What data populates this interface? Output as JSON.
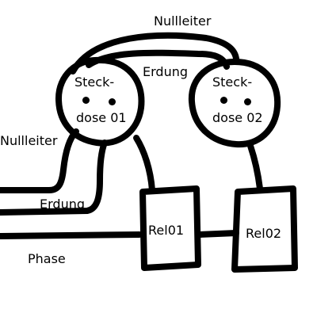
{
  "labels": {
    "neutral_top": "Nullleiter",
    "ground_top": "Erdung",
    "socket1_line1": "Steck-",
    "socket1_line2": "dose 01",
    "socket2_line1": "Steck-",
    "socket2_line2": "dose 02",
    "neutral_left": "Nullleiter",
    "ground_left": "Erdung",
    "relay1": "Rel01",
    "relay2": "Rel02",
    "phase": "Phase"
  }
}
